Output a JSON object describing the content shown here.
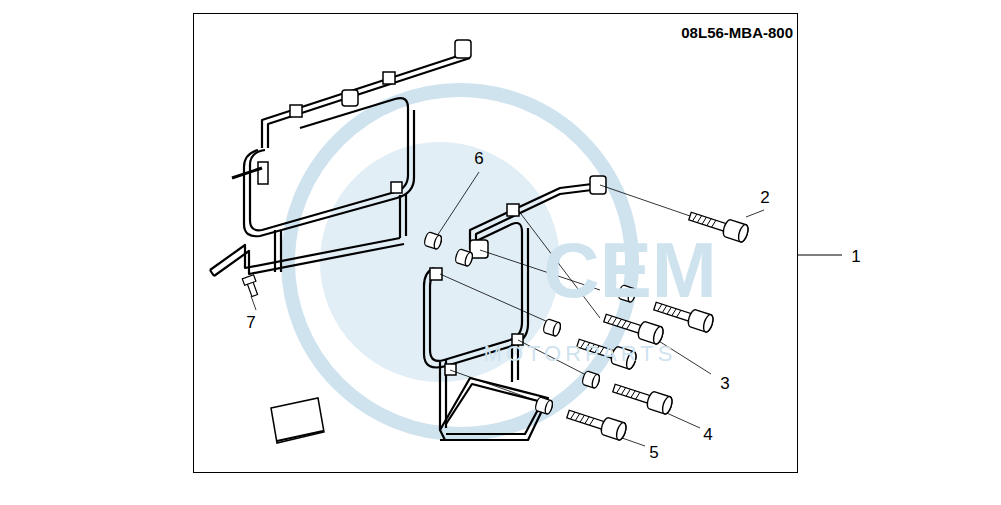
{
  "diagram": {
    "labels": [
      "08L56-MBA-800",
      "1",
      "2",
      "3",
      "4",
      "5",
      "6",
      "7",
      "CEM",
      "MOTORPARTS"
    ]
  }
}
